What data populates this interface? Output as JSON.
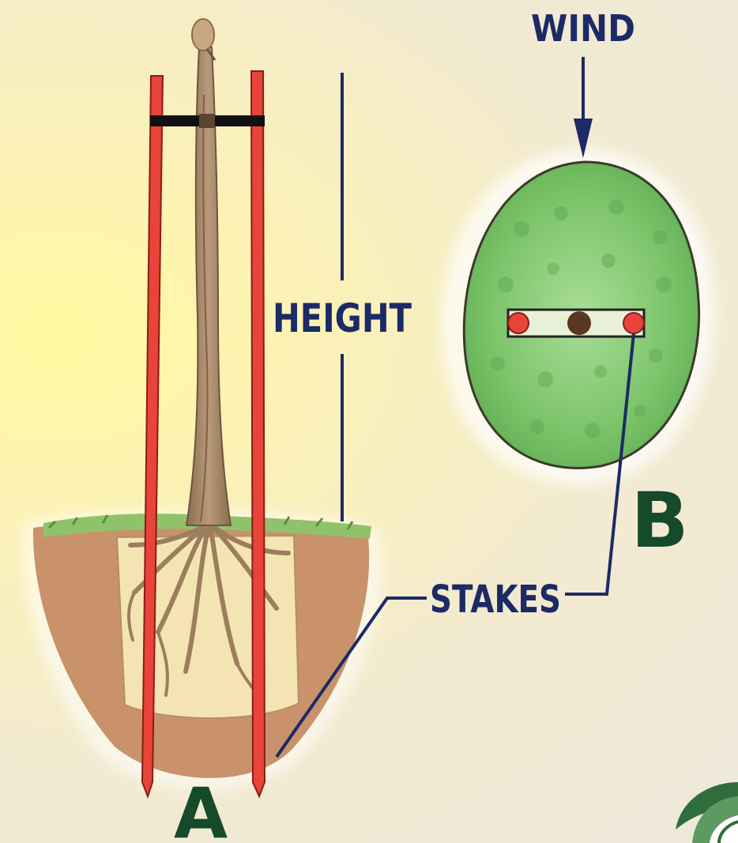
{
  "labels": {
    "wind": "WIND",
    "height": "HEIGHT",
    "stakes": "STAKES",
    "view_a": "A",
    "view_b": "B"
  },
  "colors": {
    "stake": "#e8443a",
    "label": "#1c2a66",
    "view_letter": "#154a2a",
    "canopy": "#7dc66d",
    "soil": "#c9926a",
    "root_ball": "#f4e3b0",
    "trunk": "#a6886a",
    "grass": "#8fc26a",
    "tie": "#111111"
  },
  "icons": {
    "corner": "leaf-swirl-icon"
  }
}
